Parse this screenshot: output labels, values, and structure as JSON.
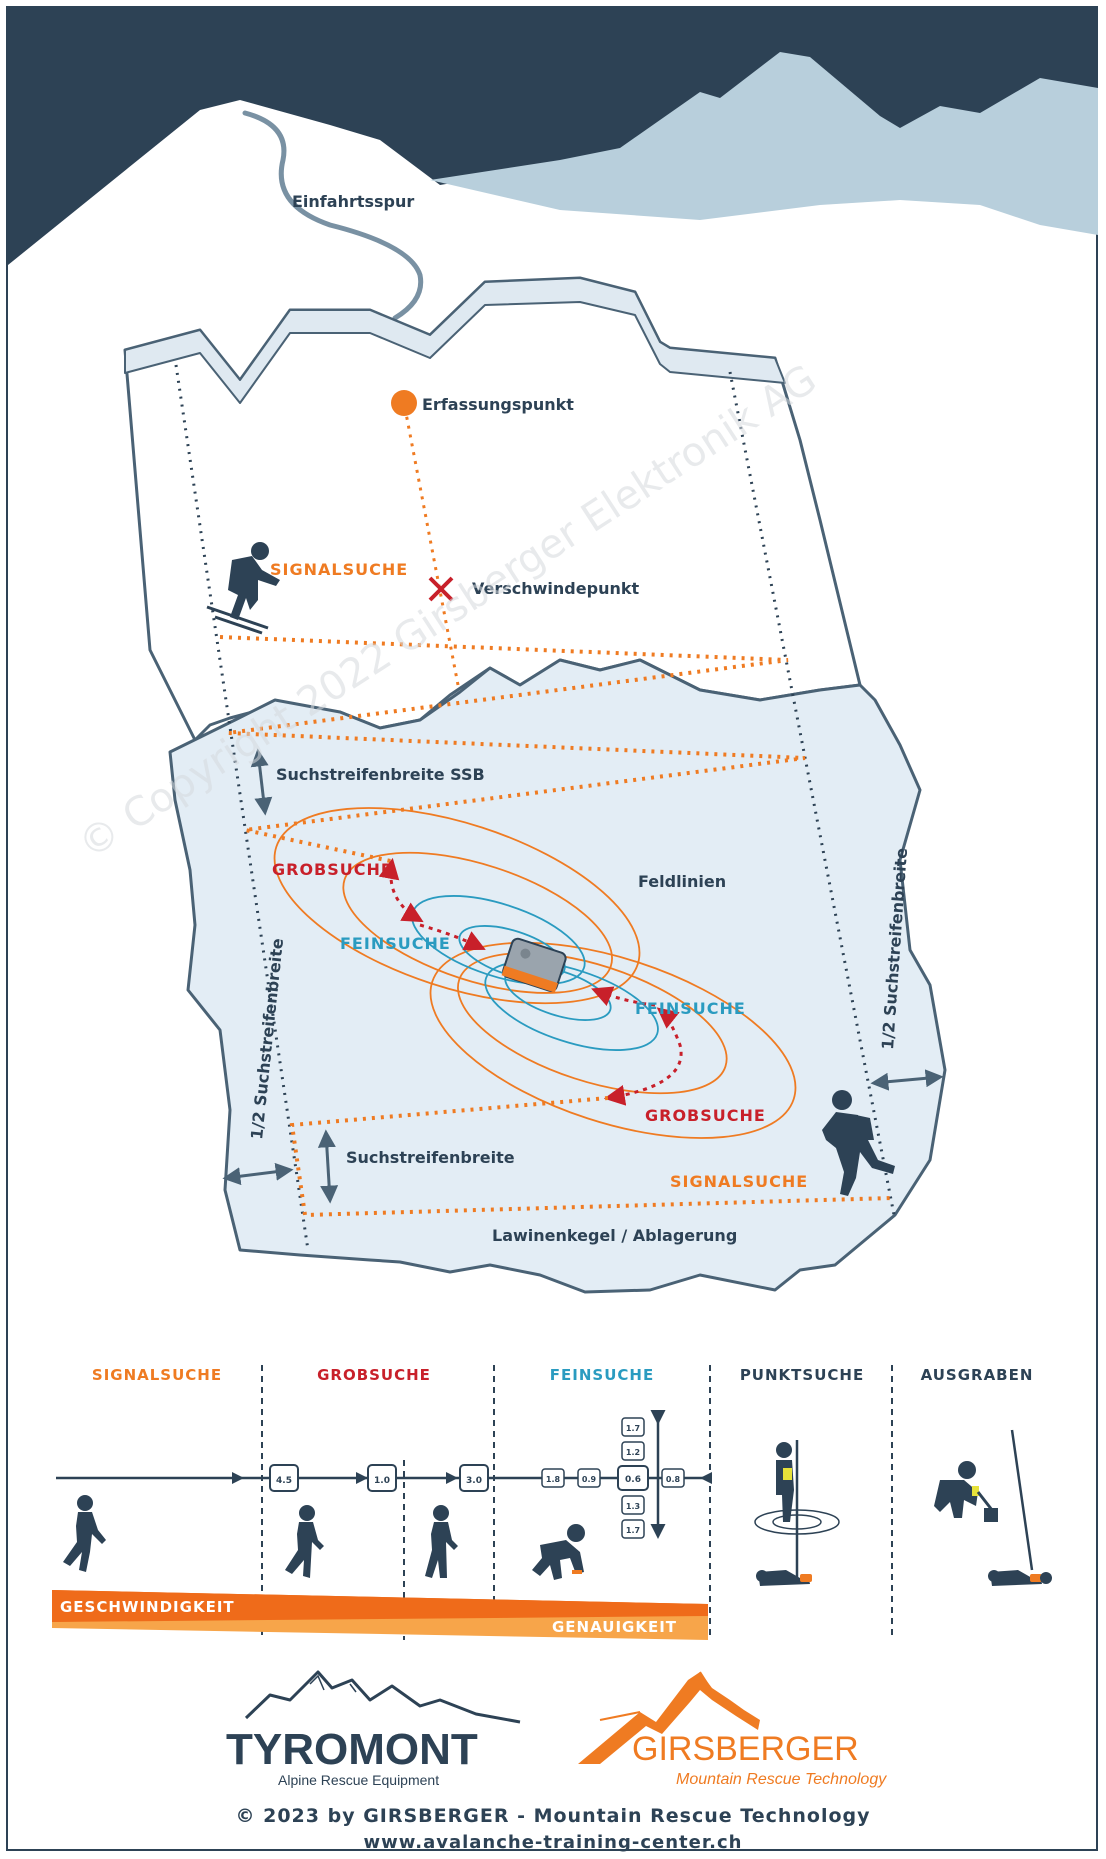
{
  "labels": {
    "entry_track": "Einfahrtsspur",
    "capture_point": "Erfassungspunkt",
    "vanishing_point": "Verschwindepunkt",
    "signal_search_top": "SIGNALSUCHE",
    "ssb": "Suchstreifenbreite SSB",
    "coarse_search_1": "GROBSUCHE",
    "fine_search_1": "FEINSUCHE",
    "field_lines": "Feldlinien",
    "fine_search_2": "FEINSUCHE",
    "coarse_search_2": "GROBSUCHE",
    "half_width_left": "1/2 Suchstreifenbreite",
    "half_width_right": "1/2 Suchstreifenbreite",
    "strip_width": "Suchstreifenbreite",
    "signal_search_bottom": "SIGNALSUCHE",
    "avalanche_cone": "Lawinenkegel / Ablagerung"
  },
  "watermark": "© Copyright 2022 Girsberger Elektronik AG",
  "phases": [
    {
      "label": "SIGNALSUCHE",
      "color": "#ef7b22"
    },
    {
      "label": "GROBSUCHE",
      "color": "#c8202a"
    },
    {
      "label": "FEINSUCHE",
      "color": "#2a9bc0"
    },
    {
      "label": "PUNKTSUCHE",
      "color": "#2d4255"
    },
    {
      "label": "AUSGRABEN",
      "color": "#2d4255"
    }
  ],
  "device_readouts": [
    "4.5",
    "1.0",
    "3.0"
  ],
  "fine_readouts": {
    "horizontal": [
      "1.8",
      "0.9",
      "0.6",
      "0.8"
    ],
    "vertical": [
      "1.7",
      "1.2",
      "0.6",
      "1.3",
      "1.7"
    ]
  },
  "bars": {
    "speed": "GESCHWINDIGKEIT",
    "accuracy": "GENAUIGKEIT"
  },
  "logos": {
    "tyromont_name": "TYROMONT",
    "tyromont_tagline": "Alpine Rescue Equipment",
    "girsberger_name": "GIRSBERGER",
    "girsberger_tagline": "Mountain Rescue Technology"
  },
  "footer": {
    "copyright": "© 2023 by GIRSBERGER - Mountain Rescue Technology",
    "url": "www.avalanche-training-center.ch"
  },
  "colors": {
    "navy": "#2d4255",
    "orange": "#ef7b22",
    "red": "#c8202a",
    "blue": "#2a9bc0",
    "sky_light": "#b8cfdc",
    "deposit": "#e3edf5"
  }
}
